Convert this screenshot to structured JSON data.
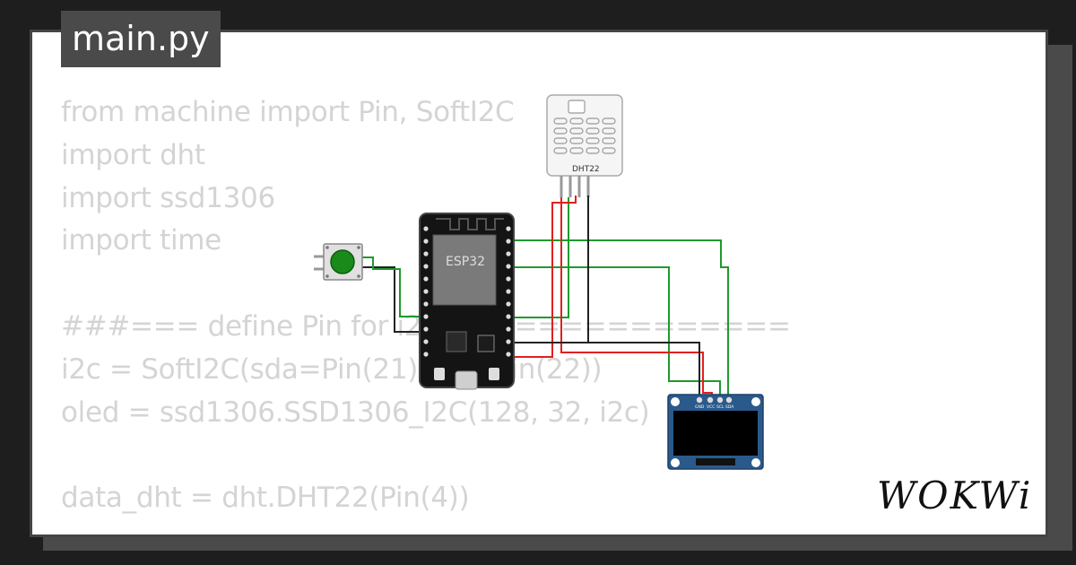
{
  "tab": {
    "filename": "main.py"
  },
  "code": {
    "lines": [
      "from machine import Pin, SoftI2C",
      "import dht",
      "import ssd1306",
      "import time",
      "",
      "###=== define Pin for i2c ===============",
      "i2c = SoftI2C(sda=Pin(21), scl=Pin(22))",
      "oled = ssd1306.SSD1306_I2C(128, 32, i2c)",
      "",
      "data_dht = dht.DHT22(Pin(4))"
    ]
  },
  "components": {
    "esp32_label": "ESP32",
    "dht_label": "DHT22",
    "oled_pins": [
      "GND",
      "VCC",
      "SCL",
      "SDA"
    ]
  },
  "colors": {
    "wire_green": "#1e9a2e",
    "wire_red": "#e02020",
    "wire_black": "#222222",
    "button_green": "#1a8a1a"
  },
  "brand": {
    "logo": "WOKWi"
  }
}
